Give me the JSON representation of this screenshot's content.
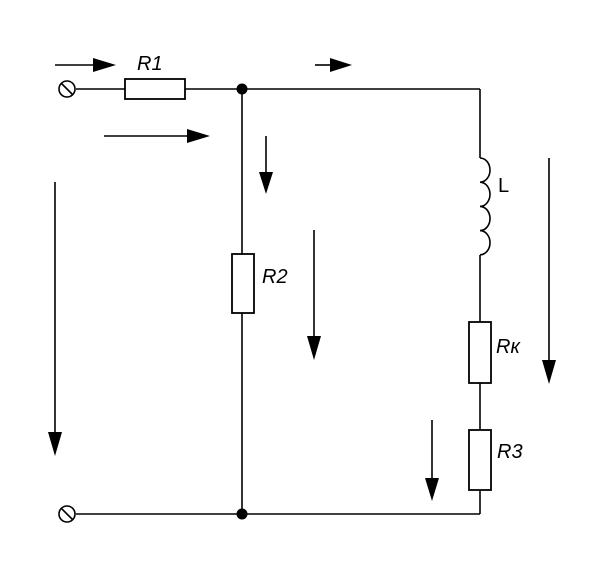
{
  "diagram": {
    "type": "electrical-circuit",
    "components": {
      "r1": {
        "label": "R1"
      },
      "r2": {
        "label": "R2"
      },
      "inductor": {
        "label": "L"
      },
      "rk": {
        "label": "Rк"
      },
      "r3": {
        "label": "R3"
      }
    },
    "terminals": [
      "input-top",
      "input-bottom"
    ],
    "nodes": [
      "top-junction",
      "bottom-junction"
    ],
    "current_arrows": 8,
    "colors": {
      "line": "#000000",
      "background": "#ffffff"
    }
  }
}
